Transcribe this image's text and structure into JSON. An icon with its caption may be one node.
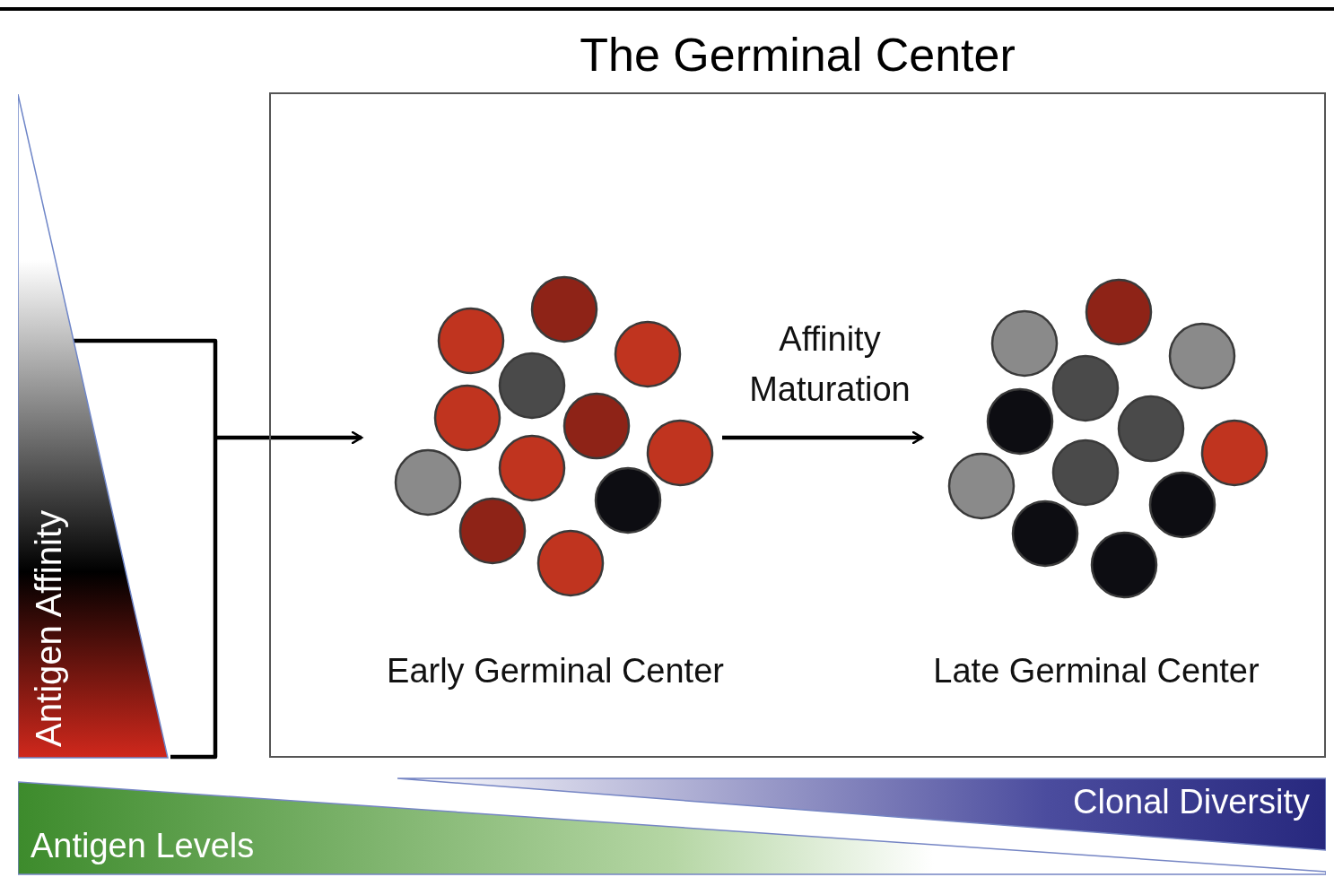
{
  "diagram": {
    "nodes": [
      {
        "text": [
          "The Germinal Center"
        ]
      },
      {
        "text": [],
        "shape": "circle",
        "in": 0,
        "beside": [
          "Early Germinal Center"
        ]
      },
      {
        "text": [],
        "shape": "circle",
        "in": 0,
        "beside": [
          "Late Germinal Center"
        ]
      },
      {
        "text": [
          "Antigen Affinity"
        ]
      },
      {
        "text": [
          "Clonal Diversity"
        ]
      },
      {
        "text": [
          "Antigen Levels"
        ]
      }
    ],
    "edges": [
      {
        "from": 3,
        "to": 1,
        "arrow": "to"
      },
      {
        "from": 1,
        "to": 2,
        "arrow": "to",
        "label": "Affinity Maturation"
      }
    ]
  }
}
